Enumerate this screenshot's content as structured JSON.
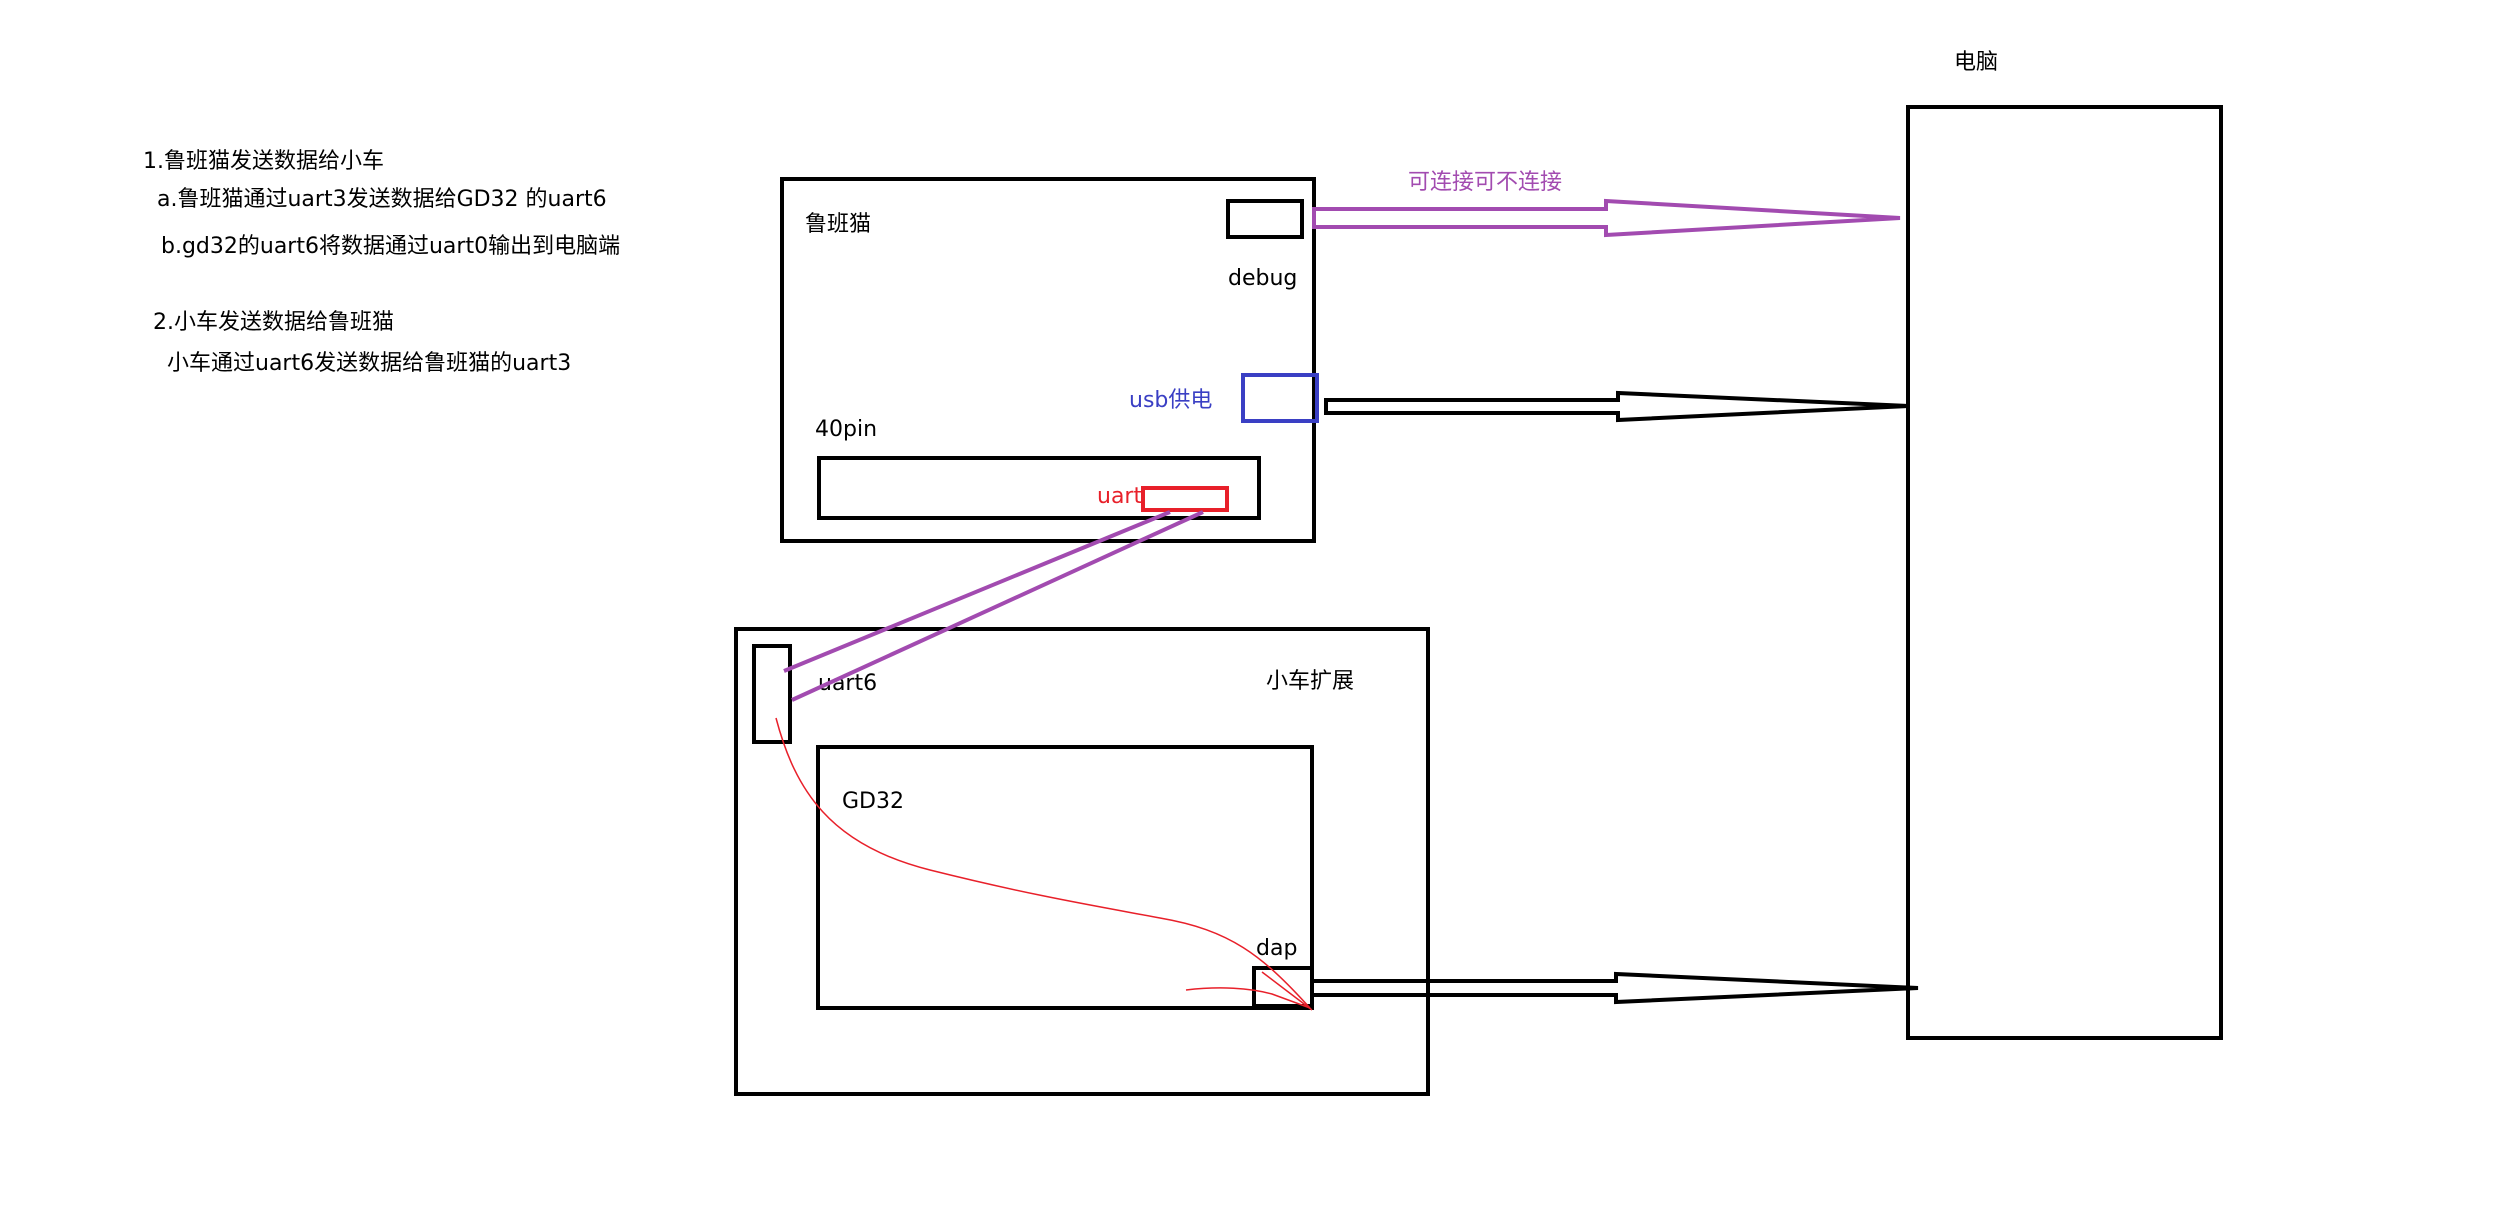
{
  "notes": [
    "1.鲁班猫发送数据给小车",
    "a.鲁班猫通过uart3发送数据给GD32 的uart6",
    "b.gd32的uart6将数据通过uart0输出到电脑端",
    "2.小车发送数据给鲁班猫",
    "小车通过uart6发送数据给鲁班猫的uart3"
  ],
  "pc": {
    "label": "电脑"
  },
  "lubancat": {
    "label": "鲁班猫",
    "debug_label": "debug",
    "usb_label": "usb供电",
    "pin_header_label": "40pin",
    "uart_label": "uart"
  },
  "car": {
    "label": "小车扩展",
    "uart_label": "uart6",
    "chip_label": "GD32",
    "dap_label": "dap"
  },
  "connections": {
    "debug_to_pc_label": "可连接可不连接"
  },
  "colors": {
    "outline": "#000000",
    "purple": "#a24bb0",
    "blue": "#3a3fc4",
    "red": "#e8202a"
  }
}
